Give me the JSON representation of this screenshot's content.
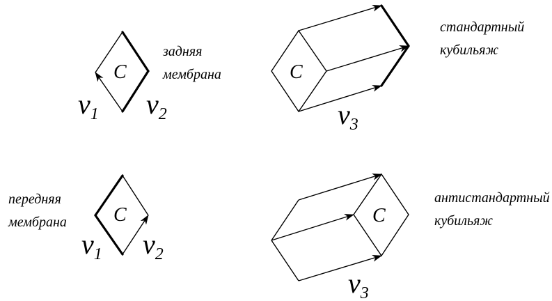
{
  "top": {
    "membrane_label_1": "задняя",
    "membrane_label_2": "мембрана",
    "rhombus_letter": "C",
    "v1_base": "v",
    "v1_sub": "1",
    "v2_base": "v",
    "v2_sub": "2",
    "prism_letter": "C",
    "v3_base": "v",
    "v3_sub": "3",
    "prism_label_1": "стандартный",
    "prism_label_2": "кубильяж"
  },
  "bottom": {
    "membrane_label_1": "передняя",
    "membrane_label_2": "мембрана",
    "rhombus_letter": "C",
    "v1_base": "v",
    "v1_sub": "1",
    "v2_base": "v",
    "v2_sub": "2",
    "prism_letter": "C",
    "v3_base": "v",
    "v3_sub": "3",
    "prism_label_1": "антистандартный",
    "prism_label_2": "кубильяж"
  }
}
